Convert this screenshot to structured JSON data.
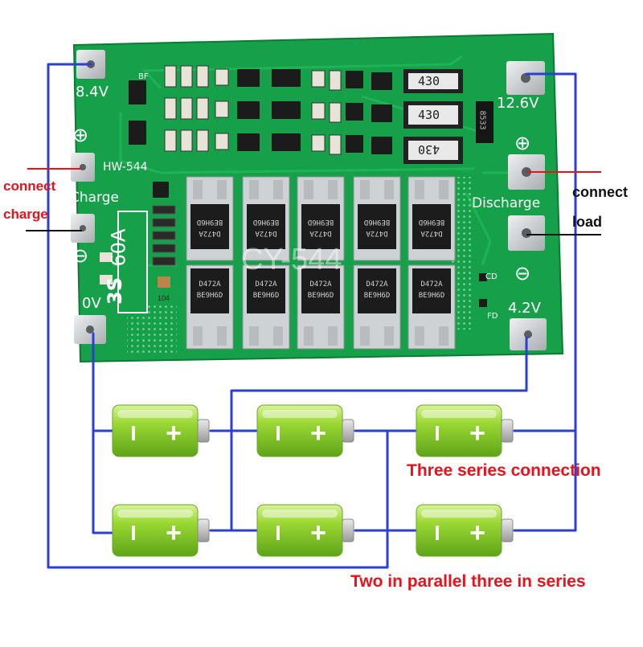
{
  "board": {
    "model_label": "HW-544",
    "watermark": "CY-544",
    "rating": {
      "series": "3S",
      "current": "60A"
    },
    "resistor_codes": [
      "430",
      "430",
      "430"
    ],
    "ic_code": "8533",
    "mosfet_codes": [
      "D472A",
      "BE9H6D"
    ],
    "pads": {
      "v8_4": "8.4V",
      "v12_6": "12.6V",
      "v4_2": "4.2V",
      "v0": "0V"
    },
    "charge_label": "Charge",
    "discharge_label": "Discharge",
    "plus_symbol": "⊕",
    "minus_symbol": "⊖",
    "led_labels": [
      "CD",
      "FD"
    ],
    "small_labels": {
      "bf": "BF",
      "res": "104"
    }
  },
  "annotations": {
    "connect_charge": [
      "connect",
      "charge"
    ],
    "connect_load": [
      "connect",
      "load"
    ],
    "three_series": "Three series connection",
    "two_parallel": "Two in parallel three in series"
  },
  "battery": {
    "minus": "I",
    "plus": "+"
  },
  "colors": {
    "pcb": "#17a04a",
    "pcb_dark": "#0f8a3d",
    "wire": "#2b3fd1",
    "annotation_red": "#e8121b",
    "battery_green": "#8fd12b",
    "pad_silver": "#c9ccce"
  }
}
